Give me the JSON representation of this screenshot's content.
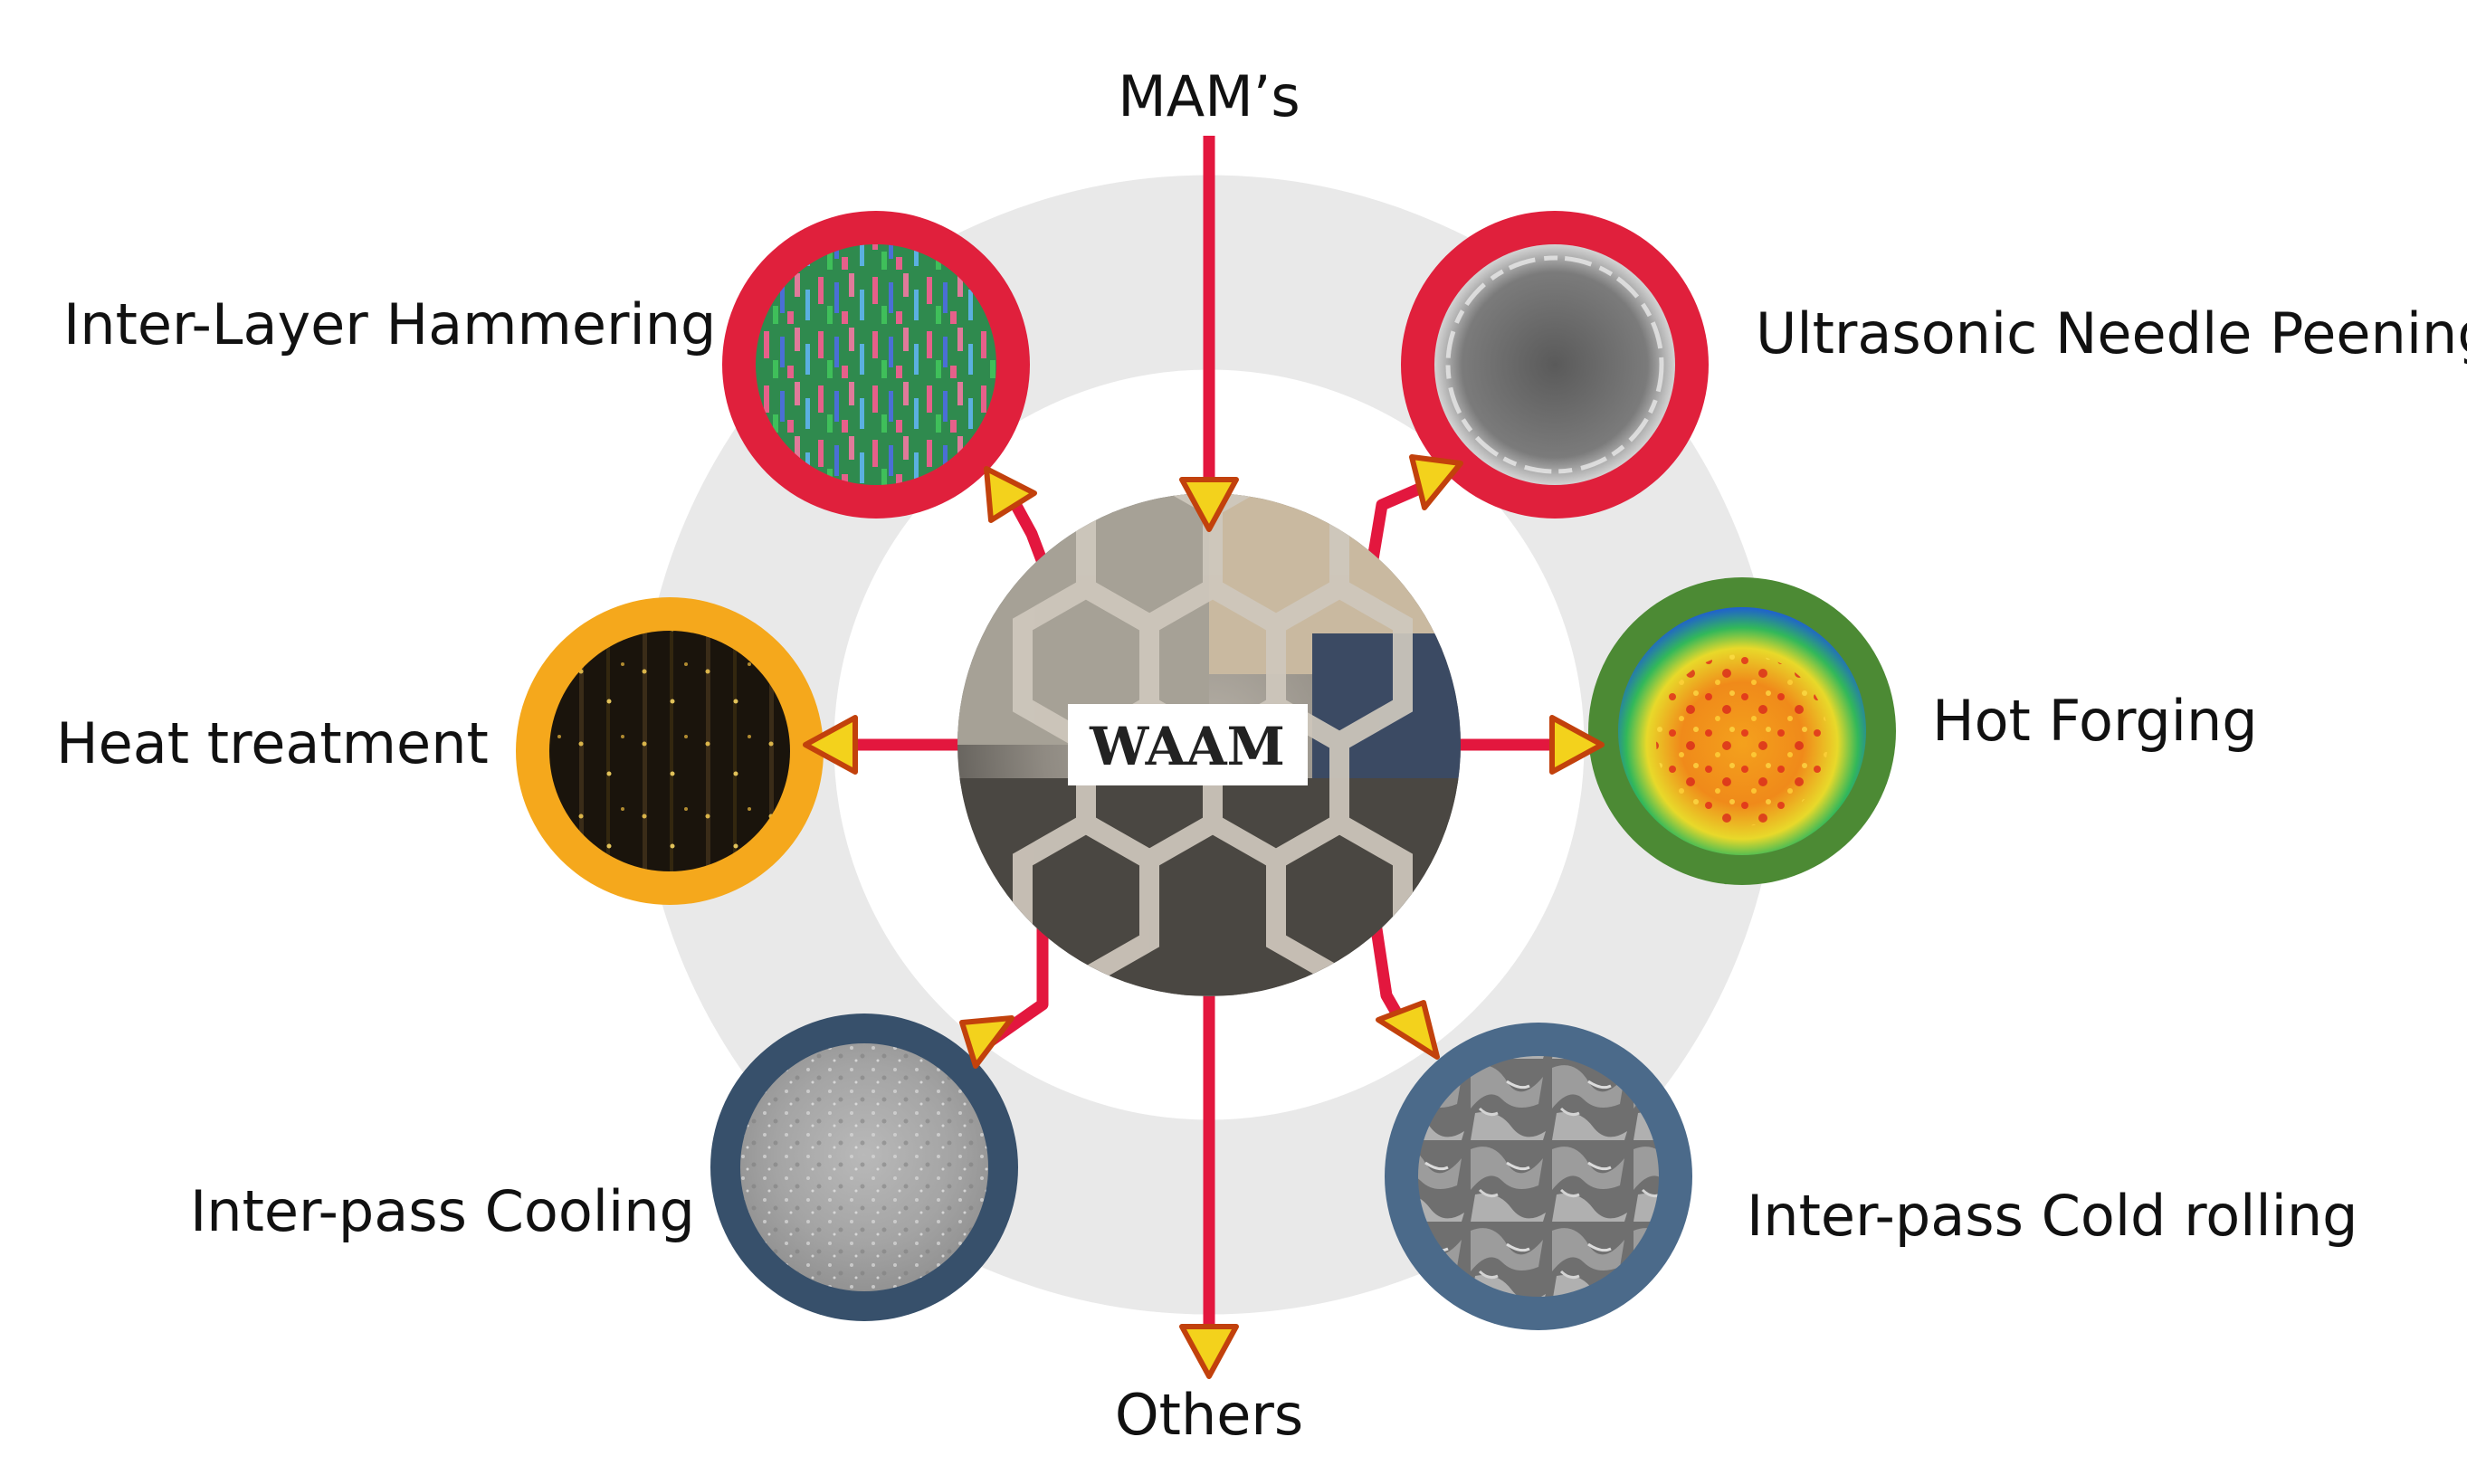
{
  "diagram": {
    "center_label": "WAAM",
    "top_label": "MAM’s",
    "bottom_label": "Others",
    "nodes": [
      {
        "label": "Inter-Layer Hammering",
        "ring_color": "#e0203c"
      },
      {
        "label": "Ultrasonic Needle Peening",
        "ring_color": "#e0203c"
      },
      {
        "label": "Heat treatment",
        "ring_color": "#f5a81c"
      },
      {
        "label": "Hot Forging",
        "ring_color": "#4c8a34"
      },
      {
        "label": "Inter-pass Cooling",
        "ring_color": "#37506b"
      },
      {
        "label": "Inter-pass Cold rolling",
        "ring_color": "#4b6a8a"
      }
    ],
    "colors": {
      "connector": "#e3173e",
      "arrow_fill": "#f3d21c",
      "arrow_stroke": "#c2410c",
      "background_ring": "#e9e9e9"
    }
  }
}
